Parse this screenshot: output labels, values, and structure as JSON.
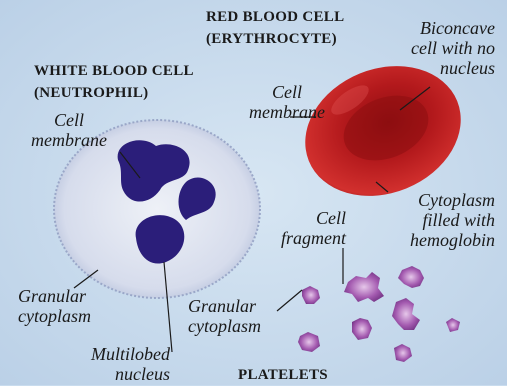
{
  "titles": {
    "rbc": "RED BLOOD CELL\n(ERYTHROCYTE)",
    "wbc": "WHITE BLOOD CELL\n(NEUTROPHIL)",
    "platelets": "PLATELETS"
  },
  "labels": {
    "biconcave": "Biconcave\ncell with no\nnucleus",
    "rbc_membrane": "Cell\nmembrane",
    "rbc_cytoplasm": "Cytoplasm\nfilled with\nhemoglobin",
    "wbc_membrane": "Cell\nmembrane",
    "granular_wbc": "Granular\ncytoplasm",
    "multilobed": "Multilobed\nnucleus",
    "cell_fragment": "Cell\nfragment",
    "granular_platelet": "Granular\ncytoplasm"
  },
  "colors": {
    "background": "#c9dcee",
    "rbc": "#b3191c",
    "wbc_body": "#dde3ef",
    "wbc_nucleus": "#2b1e7a",
    "platelet": "#8a3f9a"
  }
}
